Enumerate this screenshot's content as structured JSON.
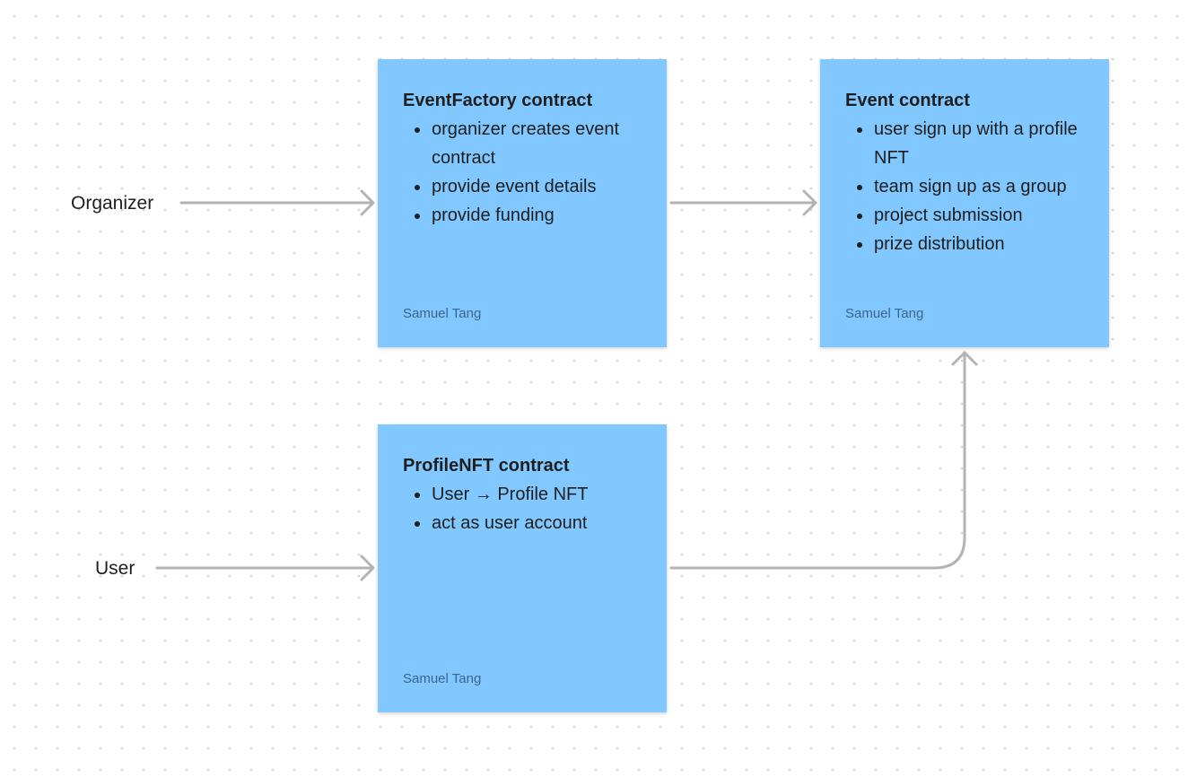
{
  "labels": {
    "organizer": "Organizer",
    "user": "User"
  },
  "stickies": {
    "event_factory": {
      "title": "EventFactory contract",
      "items": [
        "organizer creates event contract",
        "provide event details",
        "provide funding"
      ],
      "author": "Samuel Tang"
    },
    "event": {
      "title": "Event contract",
      "items": [
        "user sign up with a profile NFT",
        "team sign up as a group",
        "project submission",
        "prize distribution"
      ],
      "author": "Samuel Tang"
    },
    "profile_nft": {
      "title": "ProfileNFT contract",
      "items": [
        "User → Profile NFT",
        "act as user account"
      ],
      "author": "Samuel Tang"
    }
  },
  "colors": {
    "sticky_fill": "#80c8ff",
    "connector": "#b3b3b3",
    "text": "#1e1e1e",
    "author_text": "#3f6487"
  }
}
